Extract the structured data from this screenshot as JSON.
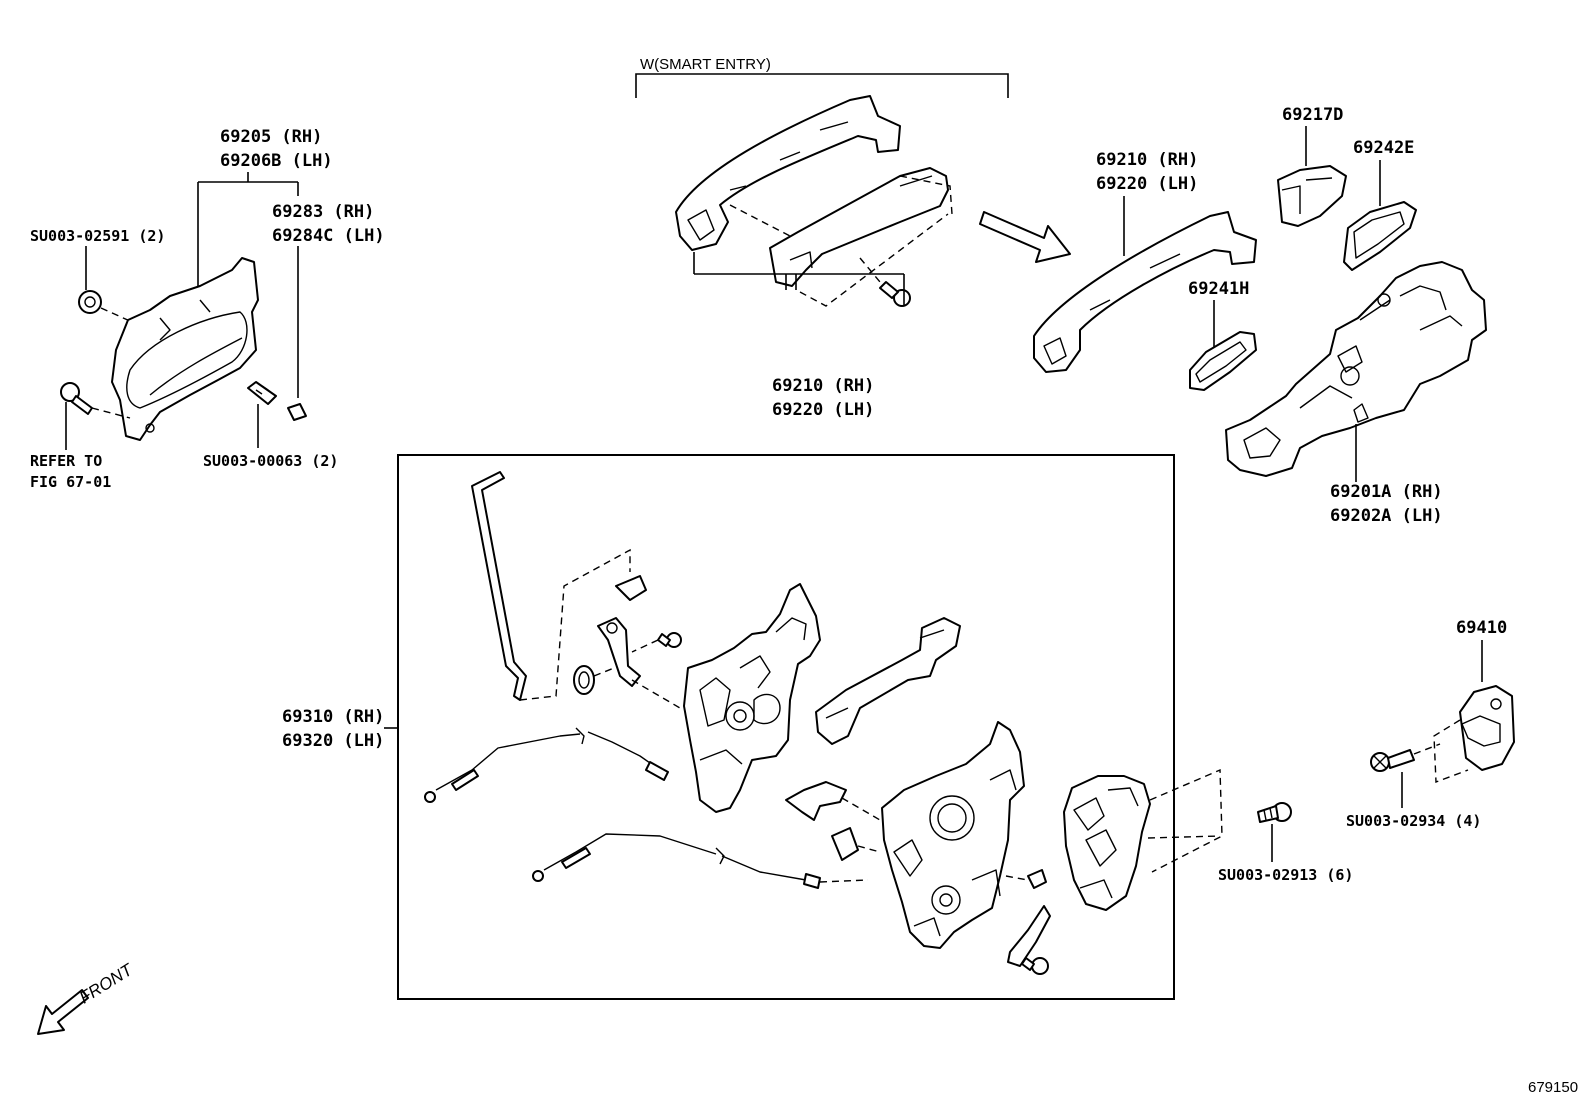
{
  "labels": {
    "smart_entry": "W(SMART ENTRY)",
    "p69205": "69205 (RH)",
    "p69206b": "69206B (LH)",
    "p69283": "69283 (RH)",
    "p69284c": "69284C (LH)",
    "su_02591": "SU003-02591 (2)",
    "refer_to": "REFER TO",
    "fig": "FIG 67-01",
    "su_00063": "SU003-00063 (2)",
    "p69210_mid": "69210 (RH)",
    "p69220_mid": "69220 (LH)",
    "p69210_right": "69210 (RH)",
    "p69220_right": "69220 (LH)",
    "p69217d": "69217D",
    "p69242e": "69242E",
    "p69241h": "69241H",
    "p69201a": "69201A (RH)",
    "p69202a": "69202A (LH)",
    "p69410": "69410",
    "su_02934": "SU003-02934 (4)",
    "su_02913": "SU003-02913 (6)",
    "p69310": "69310 (RH)",
    "p69320": "69320 (LH)",
    "front": "FRONT",
    "fig_number": "679150"
  },
  "colors": {
    "ink": "#000000",
    "paper": "#ffffff"
  }
}
